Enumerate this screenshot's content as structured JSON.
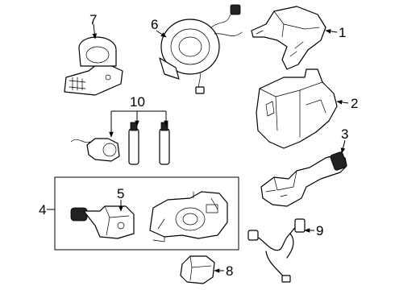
{
  "callouts": {
    "c1": "1",
    "c2": "2",
    "c3": "3",
    "c4": "4",
    "c5": "5",
    "c6": "6",
    "c7": "7",
    "c8": "8",
    "c9": "9",
    "c10": "10"
  }
}
